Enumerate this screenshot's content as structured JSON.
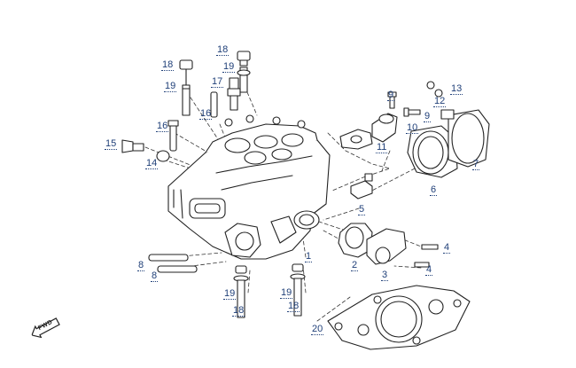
{
  "diagram": {
    "direction_badge": "FWD",
    "callouts": [
      {
        "id": "c18a",
        "label": "18"
      },
      {
        "id": "c18b",
        "label": "18"
      },
      {
        "id": "c19a",
        "label": "19"
      },
      {
        "id": "c19b",
        "label": "19"
      },
      {
        "id": "c17",
        "label": "17"
      },
      {
        "id": "c16a",
        "label": "16"
      },
      {
        "id": "c16b",
        "label": "16"
      },
      {
        "id": "c15",
        "label": "15"
      },
      {
        "id": "c14",
        "label": "14"
      },
      {
        "id": "c9a",
        "label": "9"
      },
      {
        "id": "c9b",
        "label": "9"
      },
      {
        "id": "c10",
        "label": "10"
      },
      {
        "id": "c11",
        "label": "11"
      },
      {
        "id": "c12",
        "label": "12"
      },
      {
        "id": "c13",
        "label": "13"
      },
      {
        "id": "c7",
        "label": "7"
      },
      {
        "id": "c6",
        "label": "6"
      },
      {
        "id": "c5",
        "label": "5"
      },
      {
        "id": "c4a",
        "label": "4"
      },
      {
        "id": "c4b",
        "label": "4"
      },
      {
        "id": "c3",
        "label": "3"
      },
      {
        "id": "c2",
        "label": "2"
      },
      {
        "id": "c1",
        "label": "1"
      },
      {
        "id": "c8a",
        "label": "8"
      },
      {
        "id": "c8b",
        "label": "8"
      },
      {
        "id": "c19c",
        "label": "19"
      },
      {
        "id": "c18c",
        "label": "18"
      },
      {
        "id": "c19d",
        "label": "19"
      },
      {
        "id": "c18d",
        "label": "18"
      },
      {
        "id": "c20",
        "label": "20"
      }
    ]
  }
}
